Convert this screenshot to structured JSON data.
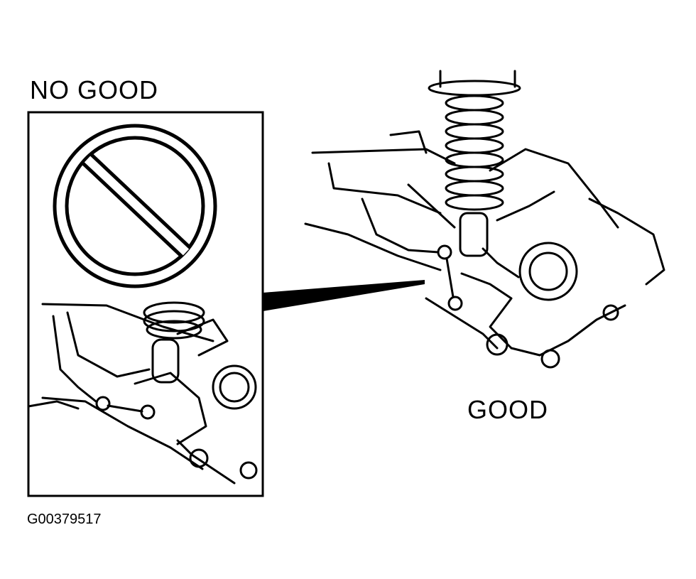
{
  "labels": {
    "no_good": "NO GOOD",
    "good": "GOOD",
    "figure_id": "G00379517"
  },
  "icons": {
    "prohibition": "prohibition-icon"
  },
  "colors": {
    "ink": "#000000",
    "paper": "#ffffff"
  }
}
